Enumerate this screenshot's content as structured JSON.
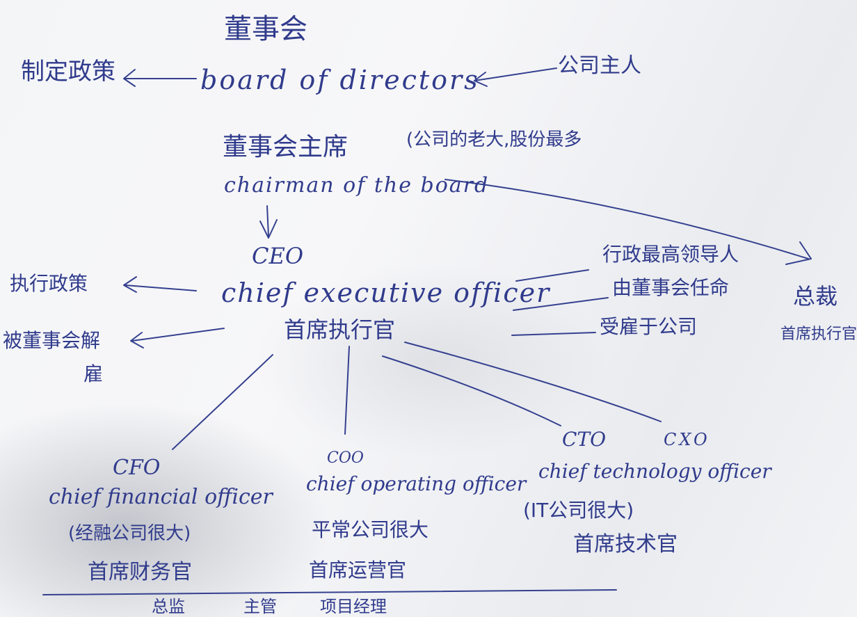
{
  "board": {
    "cn": "董事会",
    "en": "board of directors",
    "left_note": "制定政策",
    "right_note": "公司主人"
  },
  "chairman": {
    "cn": "董事会主席",
    "note": "(公司的老大,股份最多",
    "en": "chairman of the board"
  },
  "ceo": {
    "abbr": "CEO",
    "en": "chief executive officer",
    "cn": "首席执行官",
    "left_notes": [
      "执行政策",
      "被董事会解",
      "雇"
    ],
    "right_notes": [
      "行政最高领导人",
      "由董事会任命",
      "受雇于公司"
    ],
    "far_right": [
      "总裁",
      "首席执行官"
    ]
  },
  "cfo": {
    "abbr": "CFO",
    "en": "chief financial officer",
    "note": "(经融公司很大)",
    "cn": "首席财务官"
  },
  "coo": {
    "abbr": "COO",
    "en": "chief operating officer",
    "note": "平常公司很大",
    "cn": "首席运营官"
  },
  "cto": {
    "abbr": "CTO",
    "en": "chief technology officer",
    "note": "(IT公司很大)",
    "cn": "首席技术官"
  },
  "cxo": {
    "abbr": "CXO"
  },
  "footer": [
    "总监",
    "主管",
    "项目经理"
  ]
}
